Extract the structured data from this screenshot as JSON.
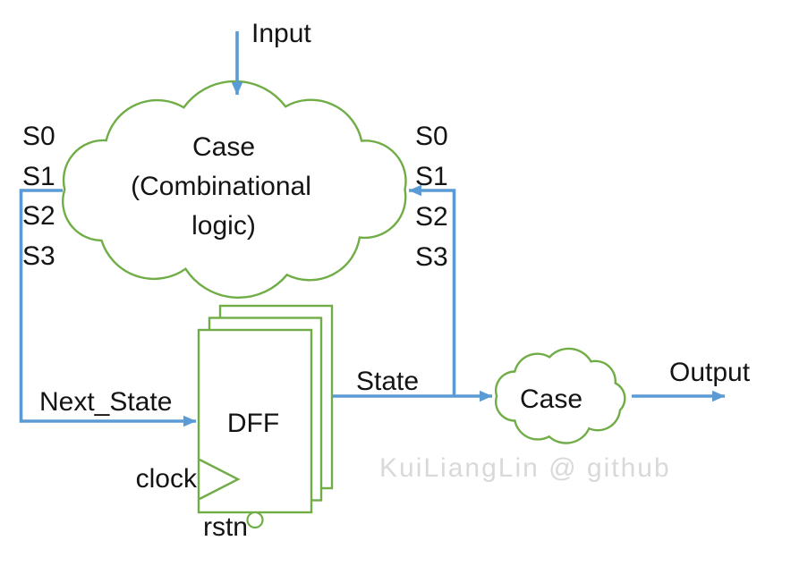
{
  "colors": {
    "green": "#70AD47",
    "blue": "#5B9BD5",
    "text": "#141414",
    "watermark": "#D9D9D9",
    "background": "#FFFFFF"
  },
  "labels": {
    "input": "Input",
    "comb_cloud_line1": "Case",
    "comb_cloud_line2": "(Combinational",
    "comb_cloud_line3": "logic)",
    "next_state": "Next_State",
    "dff": "DFF",
    "clock": "clock",
    "rstn": "rstn",
    "state": "State",
    "output_cloud": "Case",
    "output": "Output",
    "watermark": "KuiLiangLin @ github"
  },
  "state_labels_left": [
    "S0",
    "S1",
    "S2",
    "S3"
  ],
  "state_labels_right": [
    "S0",
    "S1",
    "S2",
    "S3"
  ]
}
